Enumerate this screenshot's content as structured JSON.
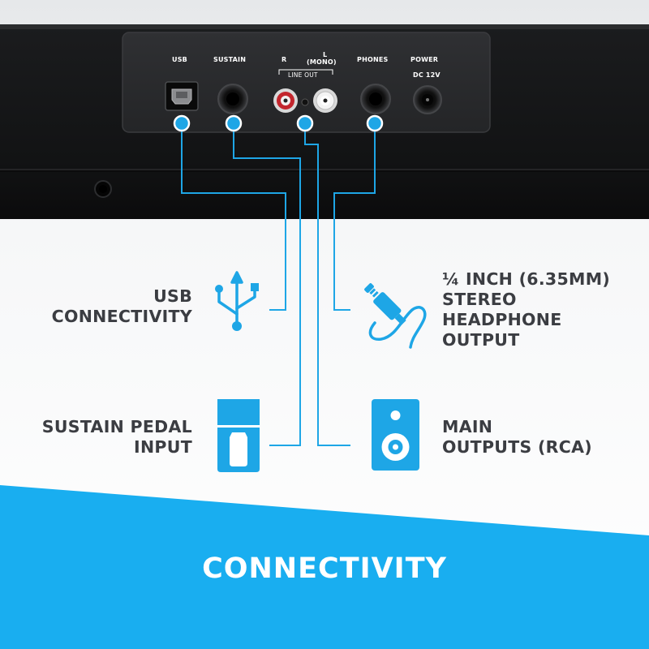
{
  "panel": {
    "ports": {
      "usb": "USB",
      "sustain": "SUSTAIN",
      "r": "R",
      "l": "L",
      "mono": "(MONO)",
      "line_out": "LINE OUT",
      "phones": "PHONES",
      "power": "POWER",
      "dc": "DC 12V"
    }
  },
  "features": {
    "usb": [
      "USB",
      "CONNECTIVITY"
    ],
    "headphone": [
      "¼ INCH (6.35MM)",
      "STEREO",
      "HEADPHONE",
      "OUTPUT"
    ],
    "sustain": [
      "SUSTAIN PEDAL",
      "INPUT"
    ],
    "main": [
      "MAIN",
      "OUTPUTS (RCA)"
    ]
  },
  "banner": {
    "title": "CONNECTIVITY"
  },
  "colors": {
    "accent": "#1ea6e6",
    "banner": "#19aef0",
    "text": "#3b3d42",
    "panel": "#2a2b2d",
    "device": "#161718"
  },
  "icons": [
    "usb-symbol-icon",
    "headphone-jack-icon",
    "sustain-pedal-icon",
    "speaker-icon"
  ]
}
